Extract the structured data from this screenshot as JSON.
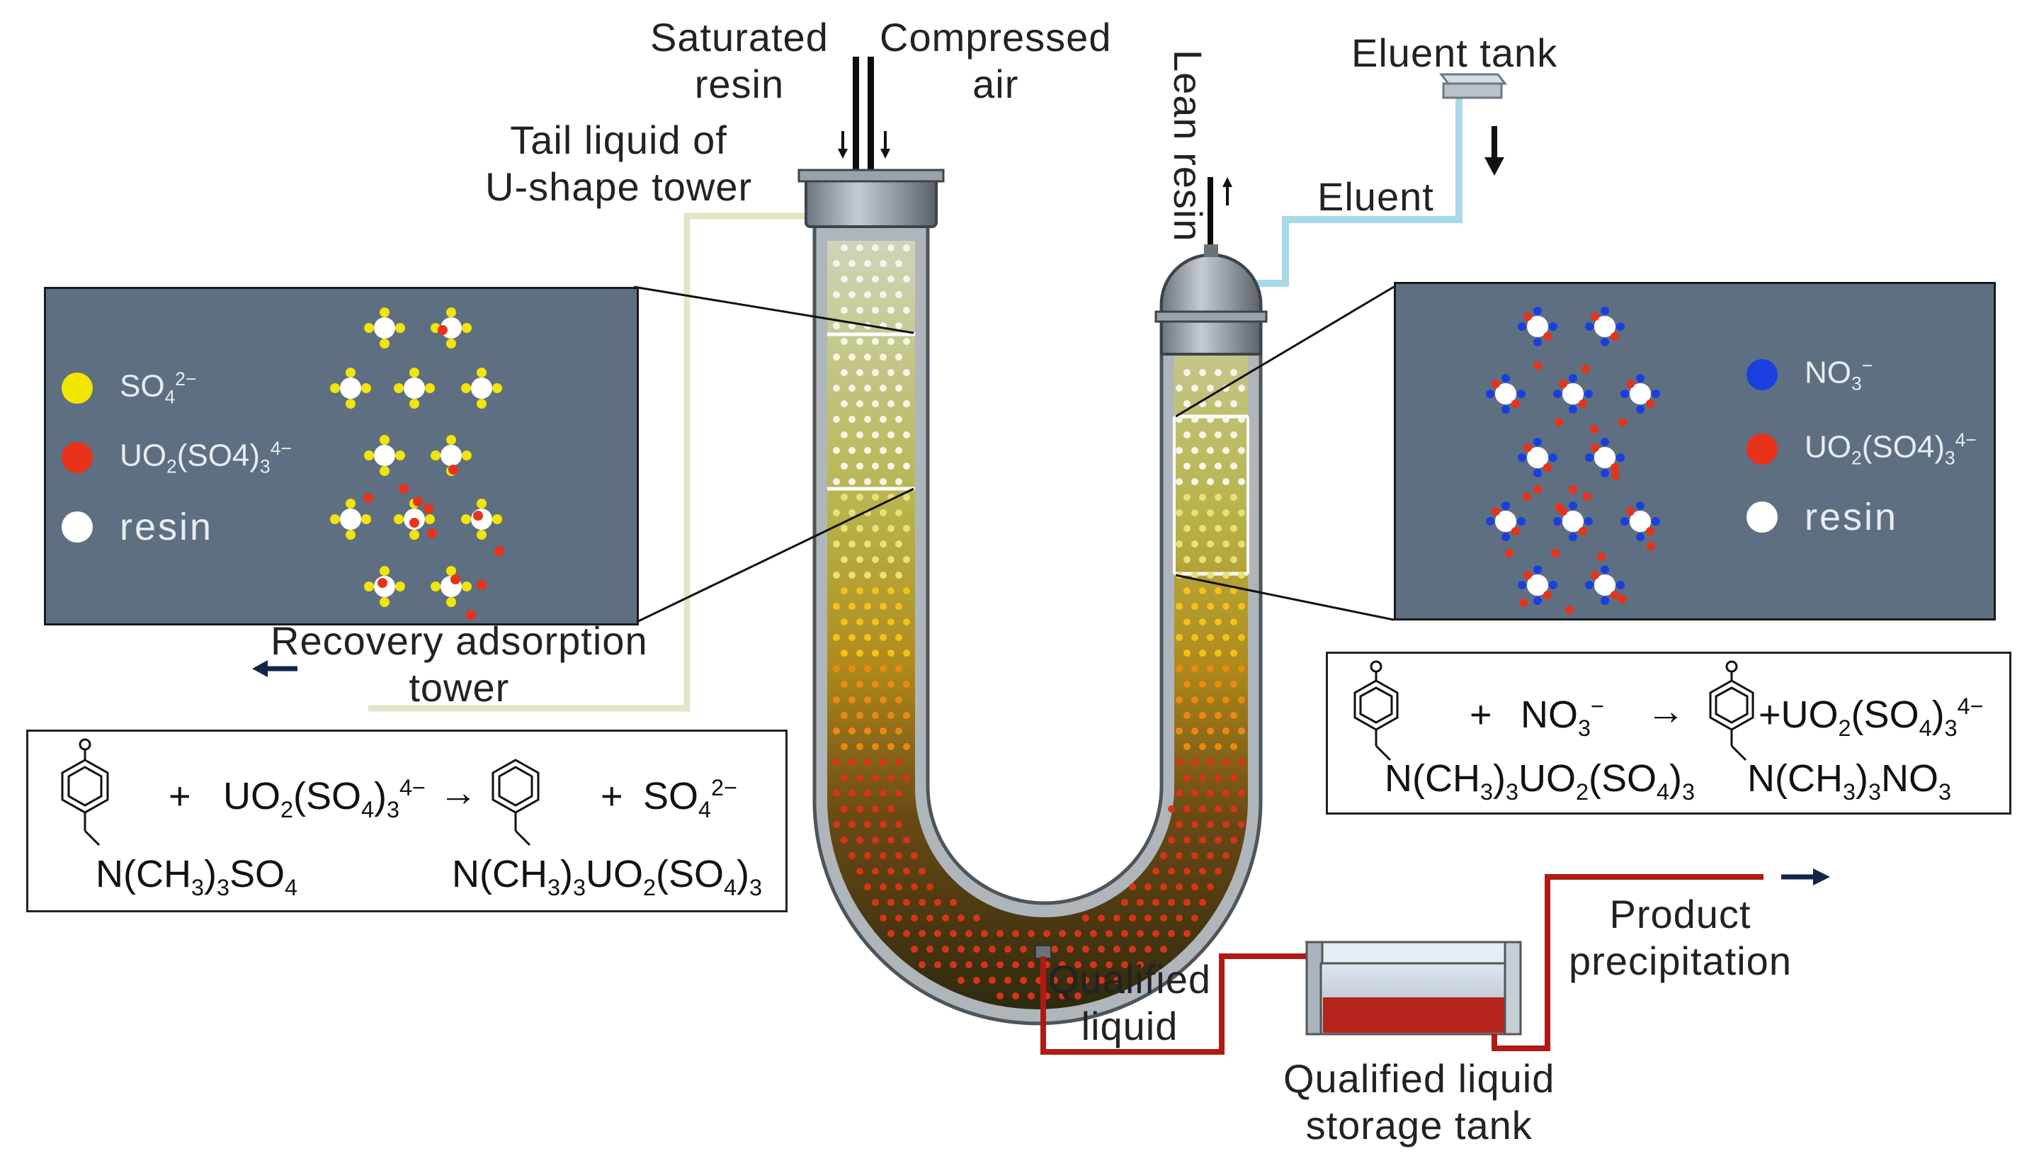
{
  "labels": {
    "saturated_resin": [
      "Saturated",
      "resin"
    ],
    "compressed_air": [
      "Compressed",
      "air"
    ],
    "tail_liquid": [
      "Tail liquid of",
      "U-shape tower"
    ],
    "lean_resin": "Lean resin",
    "eluent_tank": "Eluent tank",
    "eluent": "Eluent",
    "recovery_tower": [
      "Recovery adsorption",
      "tower"
    ],
    "qualified_liquid": [
      "Qualified",
      "liquid"
    ],
    "storage_tank": [
      "Qualified liquid",
      "storage tank"
    ],
    "product_precipitation": [
      "Product",
      "precipitation"
    ]
  },
  "legend_left": [
    {
      "symbol": "yellow-dot",
      "color": "#f2e600",
      "text": "SO",
      "sub": "4",
      "sup": "2−"
    },
    {
      "symbol": "red-dot",
      "color": "#e8321a",
      "text": "UO",
      "sub": "2",
      "mid": "(SO4)",
      "sub2": "3",
      "sup": "4−"
    },
    {
      "symbol": "white-dot",
      "color": "#ffffff",
      "text": "resin"
    }
  ],
  "legend_right": [
    {
      "symbol": "blue-dot",
      "color": "#1a3fe0",
      "text": "NO",
      "sub": "3",
      "sup": "−"
    },
    {
      "symbol": "red-dot",
      "color": "#e8321a",
      "text": "UO",
      "sub": "2",
      "mid": "(SO4)",
      "sub2": "3",
      "sup": "4−"
    },
    {
      "symbol": "white-dot",
      "color": "#ffffff",
      "text": "resin"
    }
  ],
  "equation_left": {
    "plus1": "+",
    "reactant": "UO2(SO4)3 4−",
    "arrow": "→",
    "plus2": "+",
    "product_ion": "SO4 2−",
    "resin_left": "N(CH3)3SO4",
    "resin_right": "N(CH3)3UO2(SO4)3"
  },
  "equation_right": {
    "plus1": "+",
    "reactant": "NO3 −",
    "arrow": "→",
    "product_ion": "+UO2(SO4)3 4−",
    "resin_left": "N(CH3)3UO2(SO4)3",
    "resin_right": "N(CH3)3NO3"
  },
  "colors": {
    "panel": "#5e6f82",
    "tower_steel": "#8e979e",
    "eluent_pipe": "#a9d8ea",
    "tail_pipe": "#e5e4c6",
    "red_pipe": "#b11a12",
    "sulfate": "#f2e600",
    "uranyl": "#e8321a",
    "nitrate": "#1a3fe0"
  }
}
